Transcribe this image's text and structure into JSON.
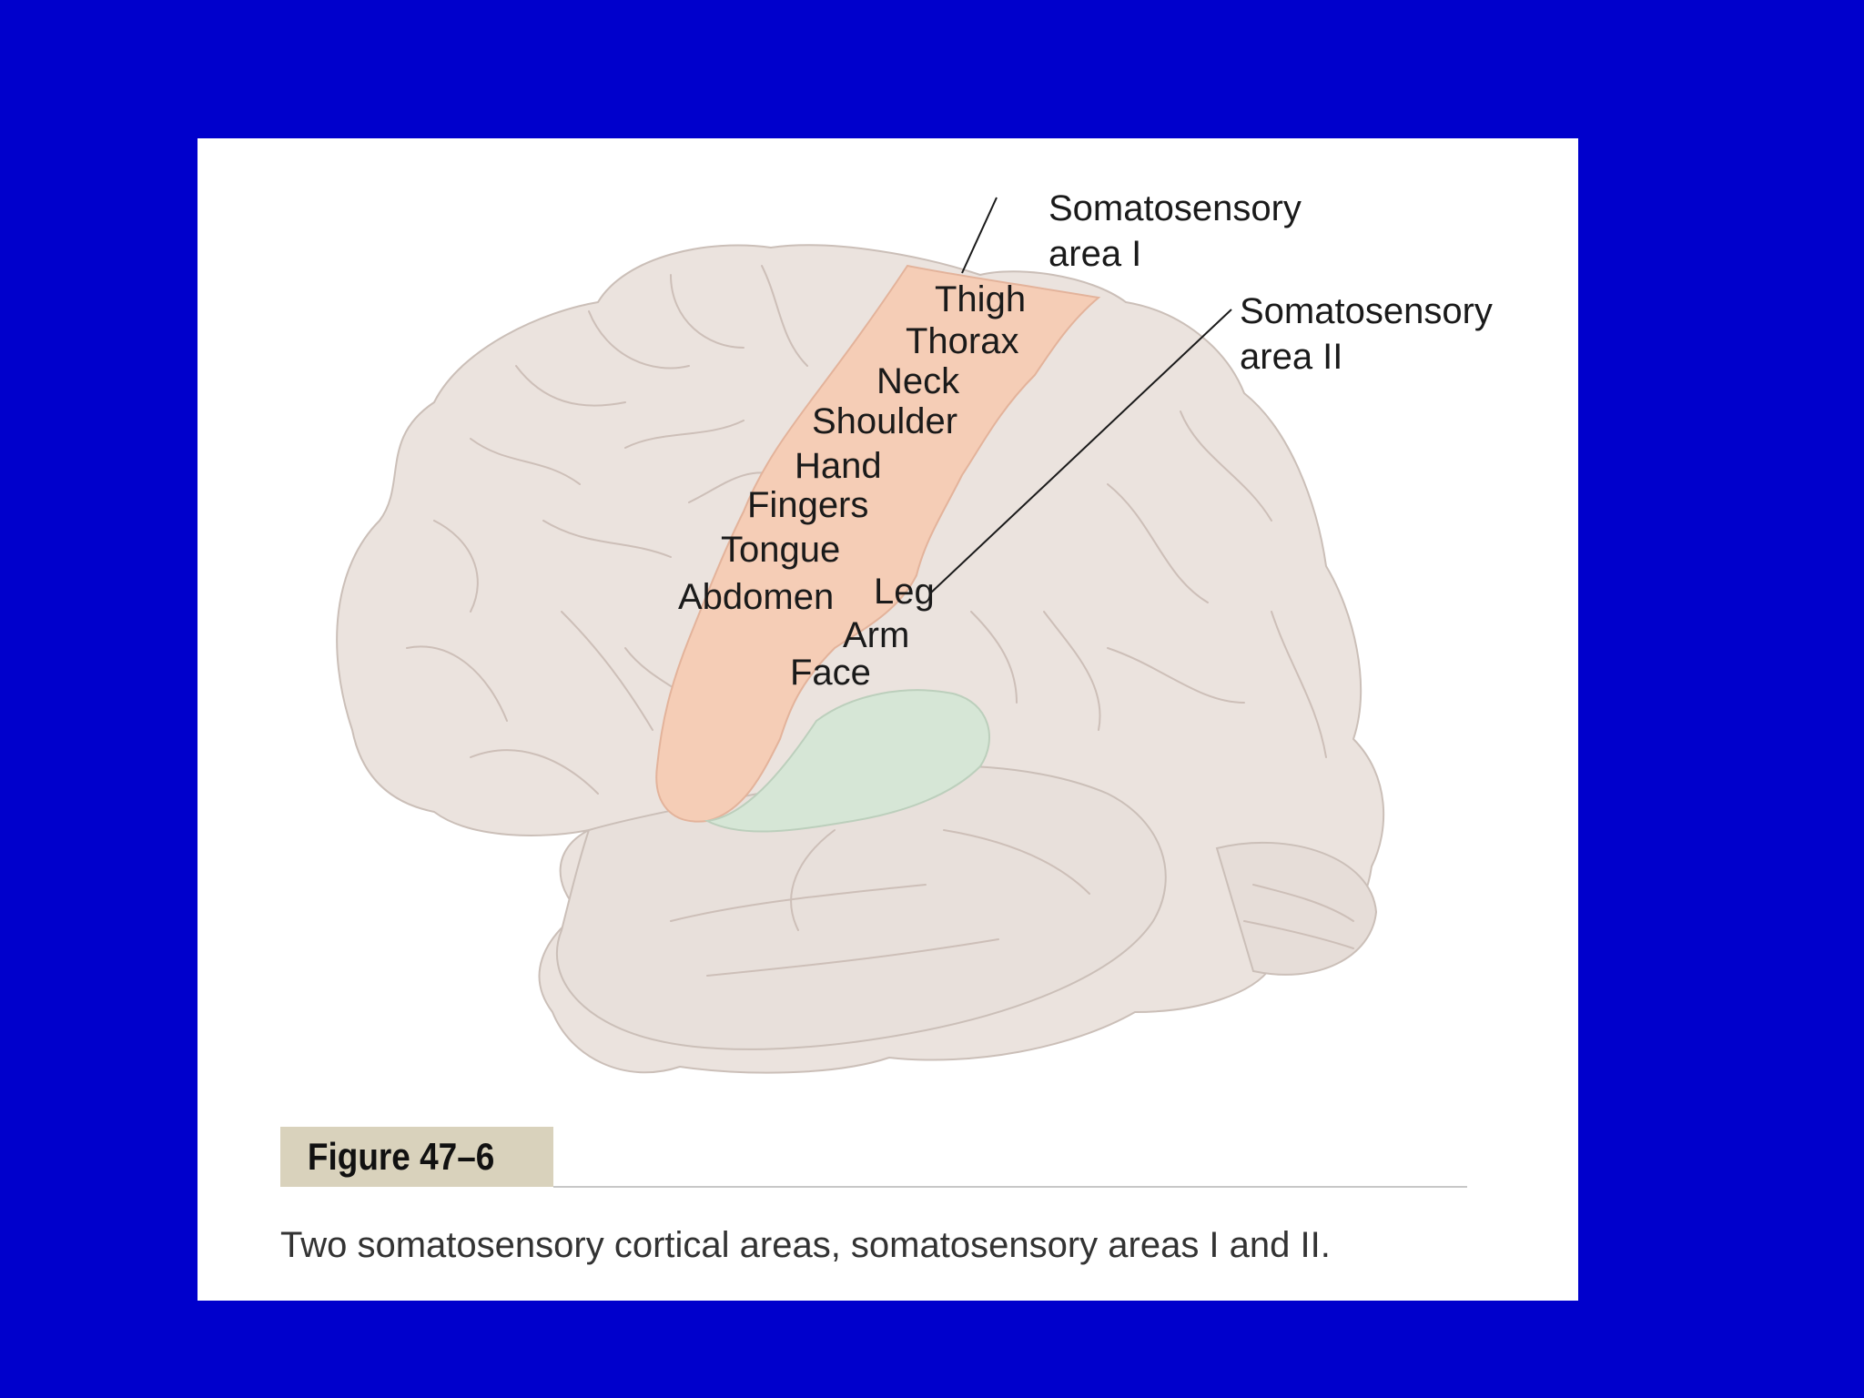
{
  "colors": {
    "background": "#0000cc",
    "panel": "#ffffff",
    "brain": "#ebe3de",
    "somatosensory_area_1": "#f5cdb6",
    "somatosensory_area_2": "#d6e6d6",
    "figure_tag": "#d9d2bc"
  },
  "diagram": {
    "callouts": [
      {
        "line1": "Somatosensory",
        "line2": "area I"
      },
      {
        "line1": "Somatosensory",
        "line2": "area II"
      }
    ],
    "area_1_labels": [
      "Thigh",
      "Thorax",
      "Neck",
      "Shoulder",
      "Hand",
      "Fingers",
      "Tongue",
      "Abdomen"
    ],
    "area_2_labels": [
      "Leg",
      "Arm",
      "Face"
    ]
  },
  "figure": {
    "tag": "Figure 47–6",
    "caption": "Two somatosensory cortical areas, somatosensory areas I and II."
  }
}
